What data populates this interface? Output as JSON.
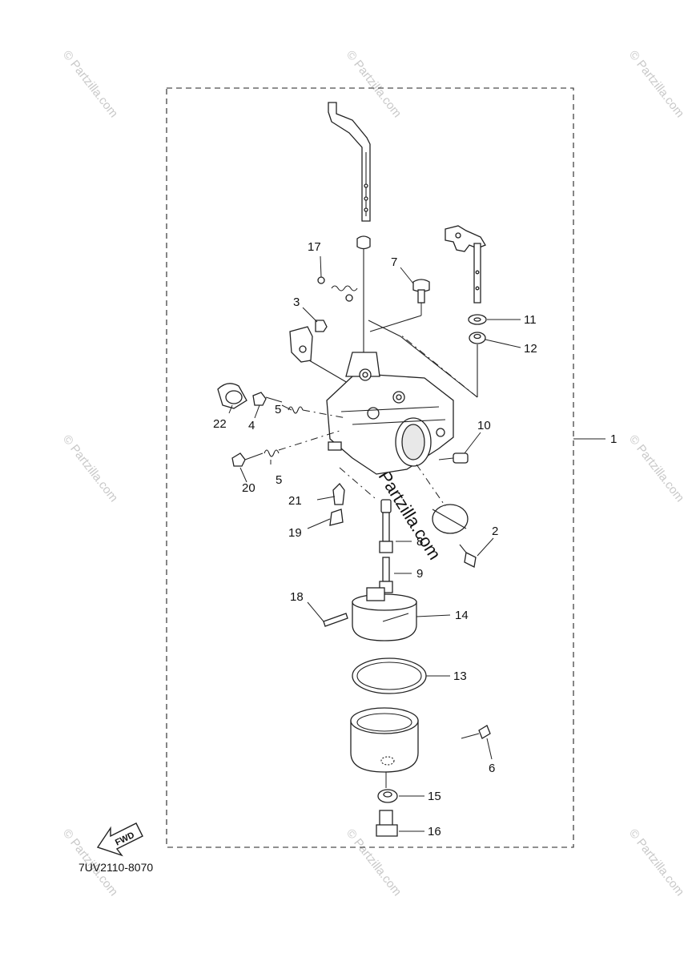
{
  "watermark": {
    "text": "© Partzilla.com",
    "center_text": "© Partzilla.com"
  },
  "diagram_code": "7UV2110-8070",
  "fwd_arrow": {
    "label": "FWD",
    "icon": "fwd-arrow-icon"
  },
  "callouts": {
    "c1": "1",
    "c2": "2",
    "c3": "3",
    "c4": "4",
    "c5a": "5",
    "c5b": "5",
    "c6": "6",
    "c7": "7",
    "c8": "8",
    "c9": "9",
    "c10": "10",
    "c11": "11",
    "c12": "12",
    "c13": "13",
    "c14": "14",
    "c15": "15",
    "c16": "16",
    "c17": "17",
    "c18": "18",
    "c19": "19",
    "c20": "20",
    "c21": "21",
    "c22": "22"
  }
}
